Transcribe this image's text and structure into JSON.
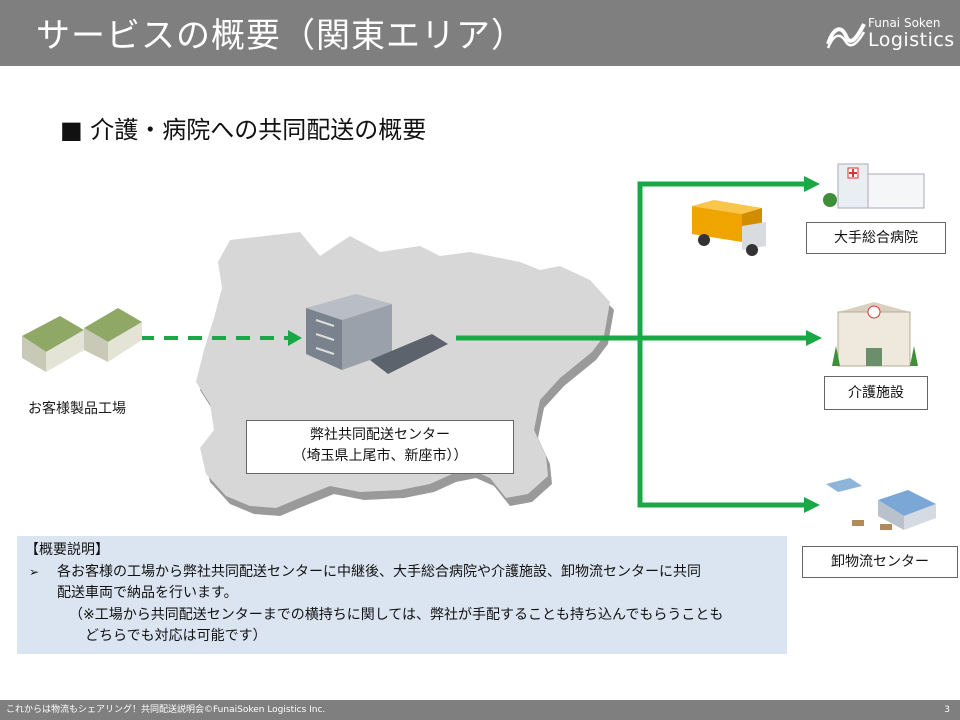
{
  "header": {
    "title": "サービスの概要（関東エリア）",
    "logo_name": "Funai Soken",
    "logo_word": "Logistics"
  },
  "section_heading": "■ 介護・病院への共同配送の概要",
  "factory_label": "お客様製品工場",
  "center": {
    "line1": "弊社共同配送センター",
    "line2": "（埼玉県上尾市、新座市））"
  },
  "destinations": {
    "hospital": "大手総合病院",
    "care": "介護施設",
    "wholesale": "卸物流センター"
  },
  "summary": {
    "title": "【概要説明】",
    "bullet": "➢",
    "line1": "各お客様の工場から弊社共同配送センターに中継後、大手総合病院や介護施設、卸物流センターに共同",
    "line2": "配送車両で納品を行います。",
    "line3": "（※工場から共同配送センターまでの横持ちに関しては、弊社が手配することも持ち込んでもらうことも",
    "line4": "どちらでも対応は可能です）"
  },
  "footer": {
    "text": "これからは物流もシェアリング！共同配送説明会©FunaiSoken Logistics Inc.",
    "page": "3"
  },
  "colors": {
    "header_bg": "#7f7f7f",
    "arrow_green": "#1aa846",
    "summary_bg": "#dbe5f1",
    "map_gray": "#d7d7d7"
  },
  "icons": [
    "truck-icon",
    "hospital-icon",
    "care-facility-icon",
    "warehouse-icon",
    "factory-icon",
    "distribution-center-icon"
  ]
}
